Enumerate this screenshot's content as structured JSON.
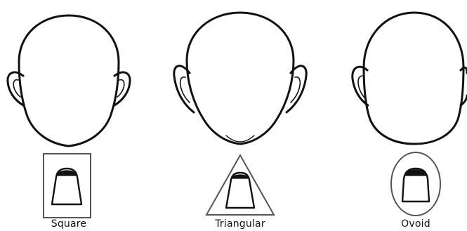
{
  "colors": {
    "line": "#111111",
    "frame": "#555555",
    "background": "#ffffff"
  },
  "shapes": [
    {
      "id": "square",
      "label": "Square",
      "frame_shape": "rectangle"
    },
    {
      "id": "triangular",
      "label": "Triangular",
      "frame_shape": "triangle"
    },
    {
      "id": "ovoid",
      "label": "Ovoid",
      "frame_shape": "ellipse"
    }
  ]
}
